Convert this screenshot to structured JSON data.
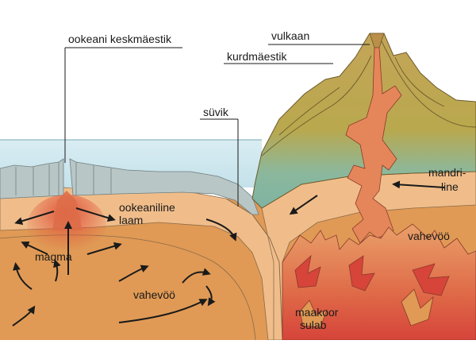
{
  "labels": {
    "ridge": "ookeani keskmäestik",
    "volcano": "vulkaan",
    "mountains": "kurdmäestik",
    "trench": "süvik",
    "continental_1": "mandri-",
    "continental_2": "line",
    "oceanic_1": "ookeaniline",
    "oceanic_2": "laam",
    "magma": "magma",
    "mantle_left": "vahevöö",
    "mantle_right": "vahevöö",
    "melt_1": "maakoor",
    "melt_2": "sulab"
  },
  "colors": {
    "sea": "#d7ebf2",
    "oceanic_crust": "#b9c6c6",
    "mantle": "#e09a55",
    "lithosphere": "#f0bd8a",
    "continent_top": "#c9a75a",
    "continent_low": "#8fbfa8",
    "magma": "#d8453a",
    "arrow": "#1a1a1a"
  }
}
